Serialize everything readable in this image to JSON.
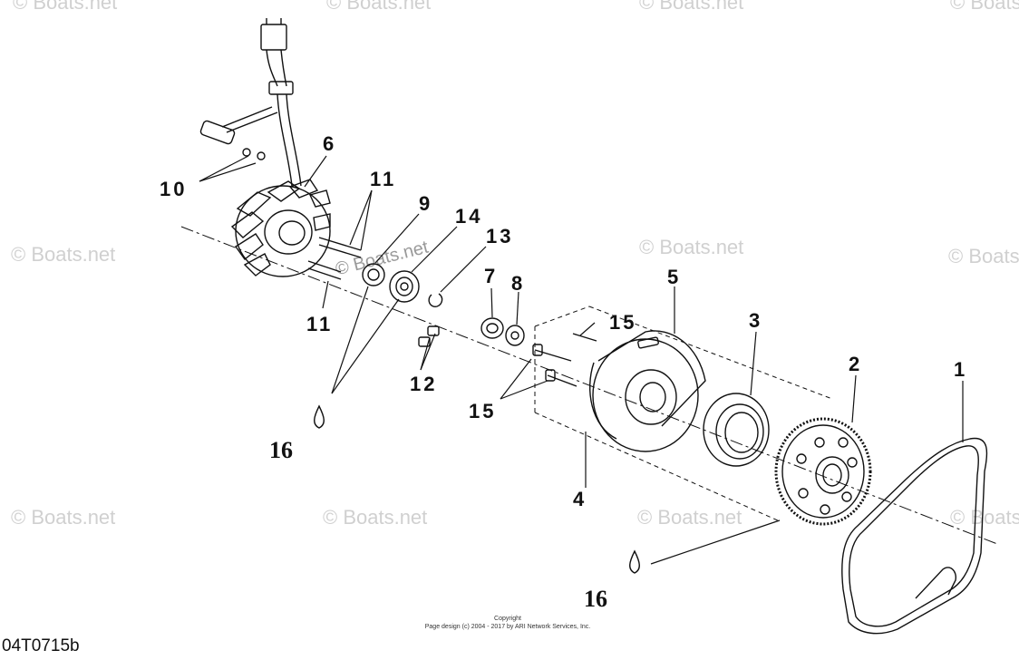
{
  "diagram": {
    "id_label": "04T0715b",
    "copyright_line1": "Copyright",
    "copyright_line2": "Page design (c) 2004 - 2017 by ARI Network Services, Inc.",
    "watermark": "© Boats.net",
    "watermark_center": "© Boats.net",
    "callouts": {
      "c1": "1",
      "c2": "2",
      "c3": "3",
      "c4": "4",
      "c5": "5",
      "c6": "6",
      "c7": "7",
      "c8": "8",
      "c9": "9",
      "c10": "10",
      "c11a": "11",
      "c11b": "11",
      "c12": "12",
      "c13": "13",
      "c14": "14",
      "c15a": "15",
      "c15b": "15",
      "c16a": "16",
      "c16b": "16"
    }
  }
}
